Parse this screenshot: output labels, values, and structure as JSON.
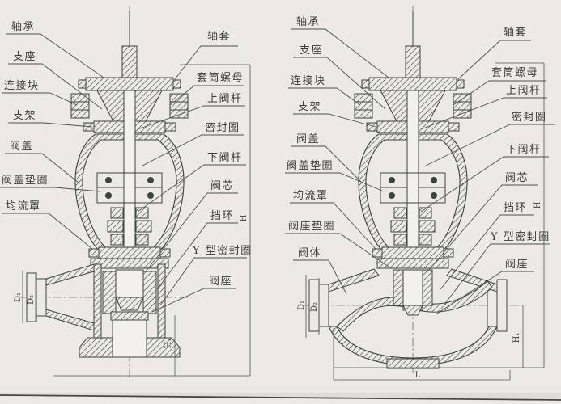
{
  "figure": {
    "description": "Two sectional engineering drawings of pneumatic control valves (angle type and straight-through globe type) with Chinese part callouts",
    "background_color": "#edeae5",
    "line_color": "#39453e",
    "text_color": "#3b3e38"
  },
  "left_diagram": {
    "type": "angle-valve-cross-section",
    "left_labels": [
      "轴承",
      "支座",
      "连接块",
      "支架",
      "阀盖",
      "阀盖垫圈",
      "均流罩"
    ],
    "right_labels": [
      "轴套",
      "套筒螺母",
      "上阀杆",
      "密封圈",
      "下阀杆",
      "阀芯",
      "挡环",
      "Y 型密封圈",
      "阀座"
    ],
    "dims": {
      "d1": "D₁",
      "d2": "D₂",
      "h": "H",
      "h1": "H₁"
    }
  },
  "right_diagram": {
    "type": "globe-valve-cross-section",
    "left_labels": [
      "轴承",
      "支座",
      "连接块",
      "支架",
      "阀盖",
      "阀盖垫圈",
      "均流罩",
      "阀座垫圈",
      "阀体"
    ],
    "right_labels": [
      "轴套",
      "套筒螺母",
      "上阀杆",
      "密封圈",
      "下阀杆",
      "阀芯",
      "挡环",
      "Y 型密封圈",
      "阀座"
    ],
    "dims": {
      "d1": "D₁",
      "d2": "D₂",
      "h": "H",
      "h1": "H₁",
      "l": "L"
    }
  }
}
